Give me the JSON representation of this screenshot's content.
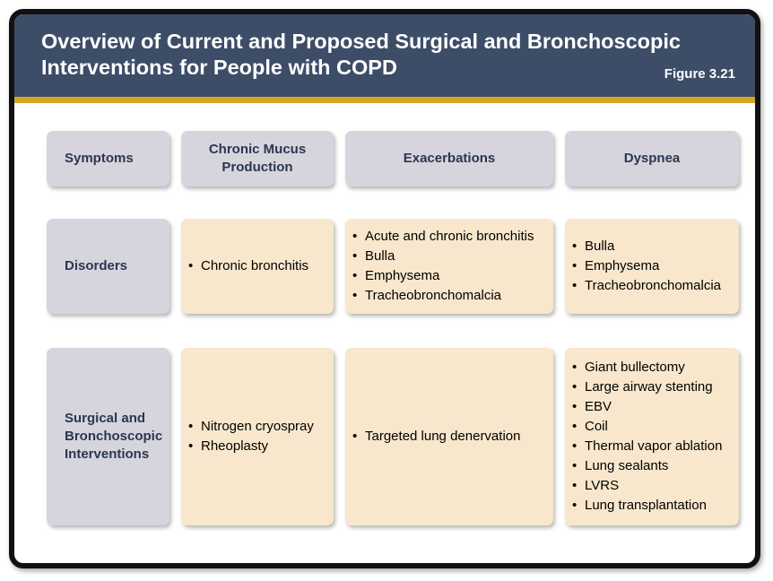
{
  "title": "Overview of Current and Proposed Surgical and Bronchoscopic\nInterventions for People with COPD",
  "figure_label": "Figure 3.21",
  "columns": {
    "row_header": "Symptoms",
    "col1": "Chronic Mucus\nProduction",
    "col2": "Exacerbations",
    "col3": "Dyspnea"
  },
  "rows": {
    "disorders": {
      "label": "Disorders",
      "col1": [
        "Chronic bronchitis"
      ],
      "col2": [
        "Acute and chronic bronchitis",
        "Bulla",
        "Emphysema",
        "Tracheobronchomalcia"
      ],
      "col3": [
        "Bulla",
        "Emphysema",
        "Tracheobronchomalcia"
      ]
    },
    "interventions": {
      "label": "Surgical and\nBronchoscopic\nInterventions",
      "col1": [
        "Nitrogen cryospray",
        "Rheoplasty"
      ],
      "col2": [
        "Targeted lung denervation"
      ],
      "col3": [
        "Giant bullectomy",
        "Large airway stenting",
        "EBV",
        "Coil",
        "Thermal vapor ablation",
        "Lung sealants",
        "LVRS",
        "Lung transplantation"
      ]
    }
  },
  "colors": {
    "header_bg": "#3d4d68",
    "accent_bar": "#d4a81e",
    "label_box": "#d6d5de",
    "content_box": "#f8e7cc",
    "label_text": "#2c3650"
  }
}
